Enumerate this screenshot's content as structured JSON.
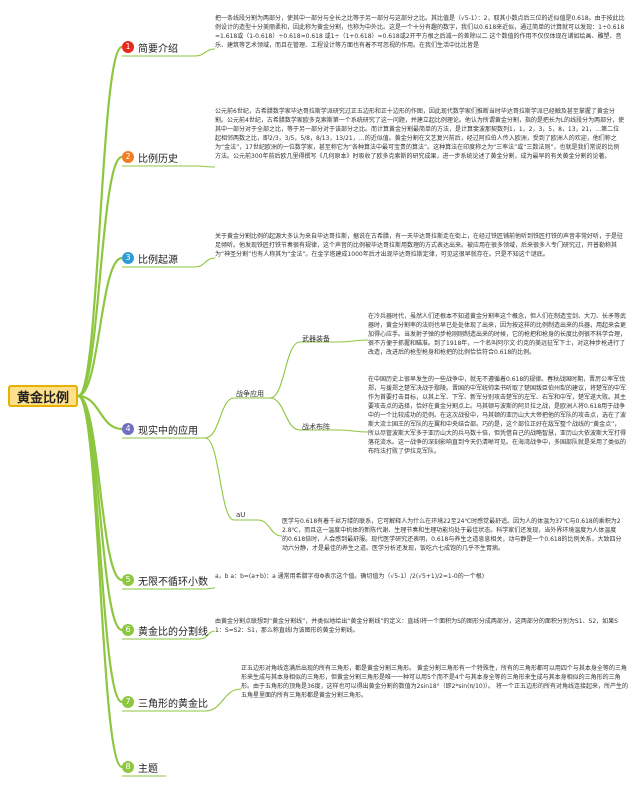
{
  "root": {
    "label": "黄金比例"
  },
  "colors": {
    "root_fill": "#ffe08a",
    "root_border": "#e7b100",
    "line": "#8dc63f"
  },
  "branches": [
    {
      "num": "1",
      "color": "#e8291d",
      "label": "简要介绍",
      "text": "把一条线段分割为两部分，使其中一部分与全长之比等于另一部分与这部分之比。其比值是（√5-1）：2，取其小数点后三位的近似值是0.618。由于按此比例设计的造型十分美丽柔和，因此称为黄金分割，也称为中外比。这是一个十分有趣的数字，我们以0.618来近似，通过简单的计算就可以发现：1÷0.618≈1.618或（1-0.618）÷0.618≈0.618 或1÷（1+0.618）≈0.618或2开平方根之后减一的差除以二 这个数值的作用不仅仅体现在诸如绘画、雕塑、音乐、建筑等艺术领域，而且在管理、工程设计等方面也有着不可忽视的作用。在我们生活中比比皆是"
    },
    {
      "num": "2",
      "color": "#f07d22",
      "label": "比例历史",
      "text": "公元前6世纪，古希腊数学家毕达哥拉斯学派研究过正五边形和正十边形的作图，因此现代数学家们推断当时毕达哥拉斯学派已经触及甚至掌握了黄金分割。公元前4世纪，古希腊数学家欧多克索斯第一个系统研究了这一问题，并建立起比例理论。他认为所谓黄金分割，指的是把长为L的线段分为两部分，使其中一部分对于全部之比，等于另一部分对于该部分之比。而计算黄金分割最简单的方法，是计算斐波那契数列1，1，2，3，5，8，13，21，…第二位起相邻两数之比，即2/3，3/5，5/8，8/13，13/21，…的近似值。黄金分割在文艺复兴前后，经过阿拉伯人传入欧洲，受到了欧洲人的欢迎，他们称之为“金法”，17世纪欧洲的一位数学家，甚至称它为“各种算法中最可宝贵的算法”。这种算法在印度称之为“三率法”或“三数法则”，也就是我们常说的比例方法。公元前300年前后欧几里得撰写《几何原本》时吸收了欧多克索斯的研究成果，进一步系统论述了黄金分割，成为最早的有关黄金分割的论著。"
    },
    {
      "num": "3",
      "color": "#2f9bd6",
      "label": "比例起源",
      "text": "关于黄金分割比例的起源大多认为来自毕达哥拉斯，据说在古希腊，有一天毕达哥拉斯走在街上，在经过铁匠铺前他听到铁匠打铁的声音非常好听，于是驻足倾听。他发现铁匠打铁节奏很有规律，这个声音的比例被毕达哥拉斯用数理的方式表达出来。被应用在很多领域，后来很多人专门研究过，开普勒称其为“神圣分割”也有人称其为“金法”。在金字塔建成1000年后才出现毕达哥拉斯定律，可见这很早就存在。只是不知这个谜底。"
    },
    {
      "num": "4",
      "color": "#6f6fc3",
      "label": "现实中的应用",
      "subs": [
        {
          "label": "战争应用",
          "children": [
            {
              "label": "武器装备",
              "text": "在冷兵器时代，虽然人们还根本不知道黄金分割率这个概念，但人们在制造宝剑、大刀、长矛等武器时，黄金分割率的法则也早已处处体现了出来，因为按这样的比例制造出来的兵器，用起来会更加得心应手。当发射子弹的步枪刚刚制造出来的时候，它的枪把和枪身的长度比例很不科学合理，很不方便于抓握和瞄准。到了1918年，一个名叫阿尔文·约克的美远征军下士，对这种步枪进行了改造，改进后的枪型枪身和枪把的比例恰恰符合0.618的比例。"
            },
            {
              "label": "战术布阵",
              "text": "在中国历史上很早发生的一些战争中，就无不遵循着0.618的规律。春秋战国时期，晋厉公率军伐郑，与援郑之楚军决战于鄢陵。晋国的中军统帅栾书听取了楚国叛臣伯州犁的建议，将楚军的中军作为首要打击目标，以其上军、下军、新军分别攻击楚军的左军、右军和中军，楚军遂大败。其主要攻击点的选择，恰好在黄金分割点上。马其顿与波斯的阿贝拉之战，是欧洲人将0.618用于战争中的一个比较成功的范例。在这次战役中，马其顿的亚历山大大帝把他的军队的攻击点，选在了波斯大流士国王的军队的左翼和中央结合部。巧的是，这个部位正好在敌军整个战线的“黄金点”，所以尽管波斯大军多于亚历山大的兵马数十倍，但凭借自己的战略智慧，亚历山大依波斯大军打得落花流水。这一战争的深刻影响直到今天仍清晰可见。在海湾战争中，多国部队就是采用了类似的布阵法打败了伊拉克军队。"
            }
          ]
        },
        {
          "label": "aU",
          "text": "医学与0.618有着千丝万缕的联系，它可解释人为什么在环境22至24℃时感觉最舒适。因为人的体温为37℃与0.618的乘积为22.8℃，而且这一温度中机体的新陈代谢、生理节奏和生理功能均处于最佳状态。科学家们还发现，当外界环境温度为人体温度的0.618倍时，人会感到最舒服。现代医学研究还表明，0.618与养生之道息息相关，动与静是一个0.618的比例关系，大致四分动六分静，才是最佳的养生之道。医学分析还发现，饭吃六七成饱的几乎不生胃病。"
        }
      ]
    },
    {
      "num": "5",
      "color": "#8dc63f",
      "label": "无限不循环小数",
      "text": "a，b a：b=(a+b)：a 通常用希腊字母Φ表示这个值。确切值为（√5-1）/2(√5+1)/2=1-0的一个根)"
    },
    {
      "num": "6",
      "color": "#8dc63f",
      "label": "黄金比的分割线",
      "text": "由黄金分割点联想到“黄金分割线”，并类似地给出“黄金分割线”的定义：直线l将一个面积为S的图形分成两部分，这两部分的面积分别为S1、S2，如果S1：S=S2：S1，那么称直线l为该图形的黄金分割线。"
    },
    {
      "num": "7",
      "color": "#8dc63f",
      "label": "三角形的黄金比",
      "text": "正五边形对角线连满后出现的所有三角形，都是黄金分割三角形。 黄金分割三角形有一个特殊性，所有的三角形都可以用四个与其本身全等的三角形来生成与其本身相似的三角形，但黄金分割三角形是唯一一种可以用5个而不是4个与其本身全等的三角形来生成与其本身相似的三角形的三角形。由于五角形的顶角是36度，这样也可以得出黄金分割的数值为2sin18°（即2*sin(π/10)）。 将一个正五边形的所有对角线连接起来，所产生的五角星里面的所有三角形都是黄金分割三角形。"
    },
    {
      "num": "8",
      "color": "#8dc63f",
      "label": "主题"
    }
  ]
}
